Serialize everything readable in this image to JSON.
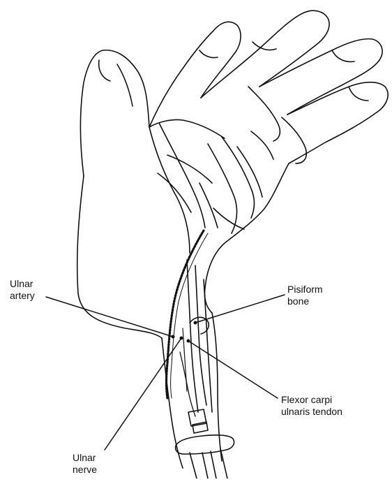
{
  "figure": {
    "labels": {
      "ulnar_artery": [
        "Ulnar",
        "artery"
      ],
      "pisiform_bone": [
        "Pisiform",
        "bone"
      ],
      "flexor_carpi_ulnaris_tendon": [
        "Flexor carpi",
        "ulnaris tendon"
      ],
      "ulnar_nerve": [
        "Ulnar",
        "nerve"
      ]
    }
  },
  "colors": {
    "ink": "#111111",
    "background": "#ffffff"
  }
}
